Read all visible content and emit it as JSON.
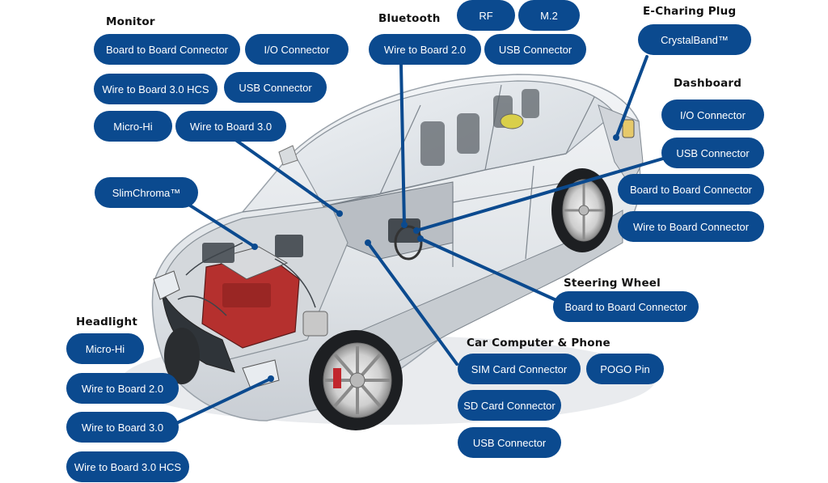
{
  "colors": {
    "pill": "#0b4a8f",
    "line": "#0b4a8f",
    "heading": "#111111"
  },
  "groups": {
    "monitor": {
      "title": "Monitor",
      "items": [
        "Board to Board Connector",
        "I/O Connector",
        "Wire to Board 3.0 HCS",
        "USB Connector",
        "Micro-Hi",
        "Wire to Board 3.0"
      ]
    },
    "slimchroma": {
      "items": [
        "SlimChroma™"
      ]
    },
    "bluetooth": {
      "title": "Bluetooth",
      "items": [
        "RF",
        "M.2",
        "Wire to Board 2.0",
        "USB Connector"
      ]
    },
    "echarging": {
      "title": "E-Charing Plug",
      "items": [
        "CrystalBand™"
      ]
    },
    "dashboard": {
      "title": "Dashboard",
      "items": [
        "I/O Connector",
        "USB Connector",
        "Board to Board Connector",
        "Wire to Board Connector"
      ]
    },
    "steering": {
      "title": "Steering Wheel",
      "items": [
        "Board to Board Connector"
      ]
    },
    "carcomputer": {
      "title": "Car Computer & Phone",
      "items": [
        "SIM Card Connector",
        "POGO Pin",
        "SD Card Connector",
        "USB Connector"
      ]
    },
    "headlight": {
      "title": "Headlight",
      "items": [
        "Micro-Hi",
        "Wire to Board 2.0",
        "Wire to Board 3.0",
        "Wire to Board 3.0 HCS"
      ]
    }
  }
}
